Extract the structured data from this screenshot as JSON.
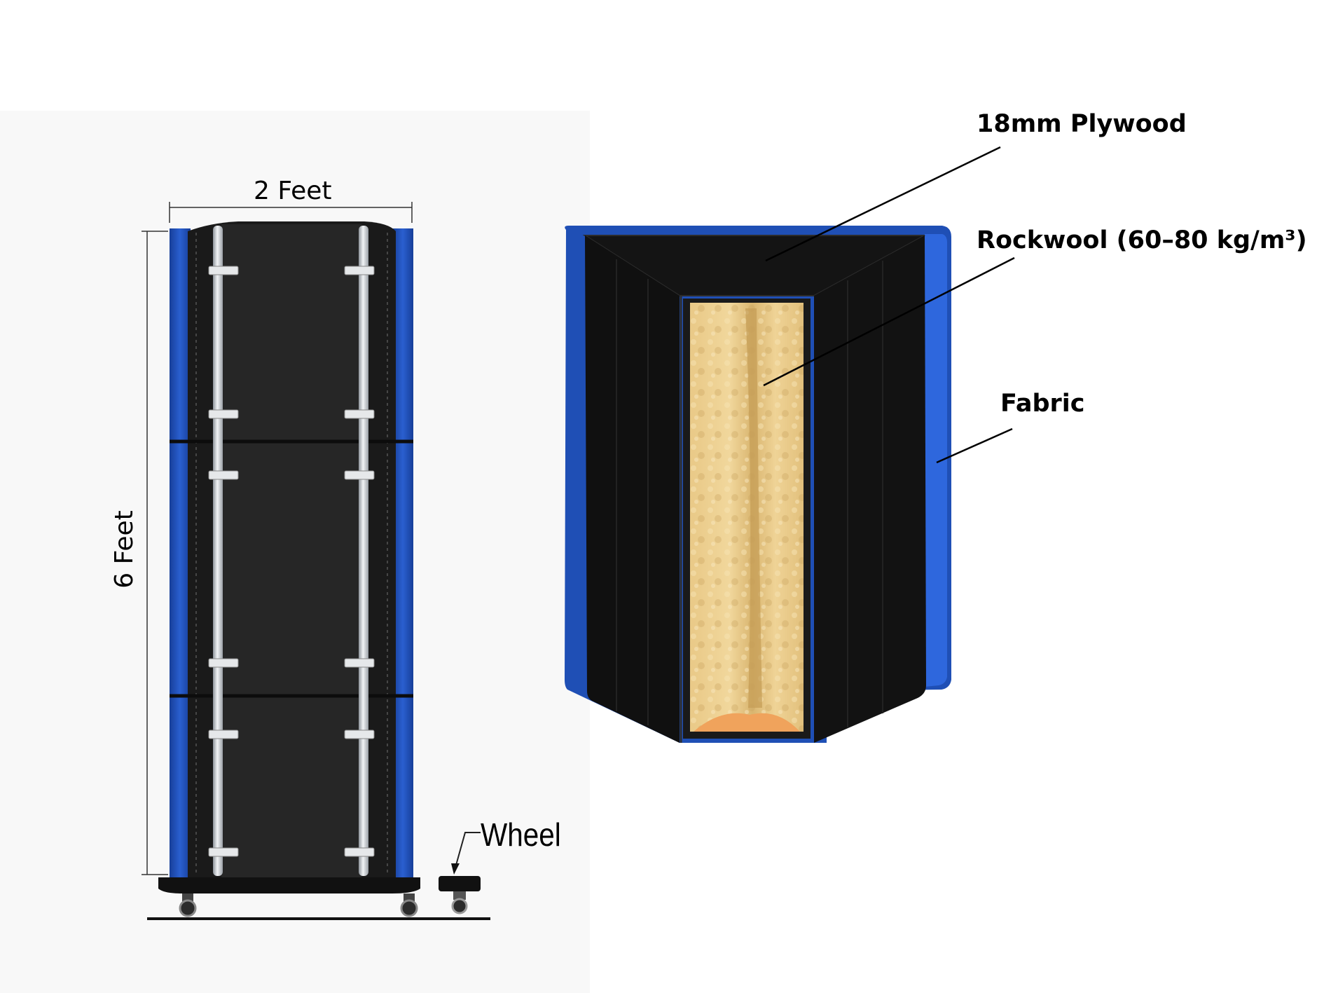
{
  "panel_view": {
    "width_label": "2 Feet",
    "height_label": "6 Feet",
    "wheel_label": "Wheel"
  },
  "section_view": {
    "callouts": {
      "plywood": "18mm Plywood",
      "rockwool": "Rockwool (60–80 kg/m³)",
      "fabric": "Fabric"
    }
  },
  "colors": {
    "fabric_blue": "#1f4fb5",
    "panel_black": "#1a1a1a",
    "rockwool_yellow": "#e8c77e",
    "rail_silver": "#cfd3d8",
    "base_black": "#111111"
  }
}
